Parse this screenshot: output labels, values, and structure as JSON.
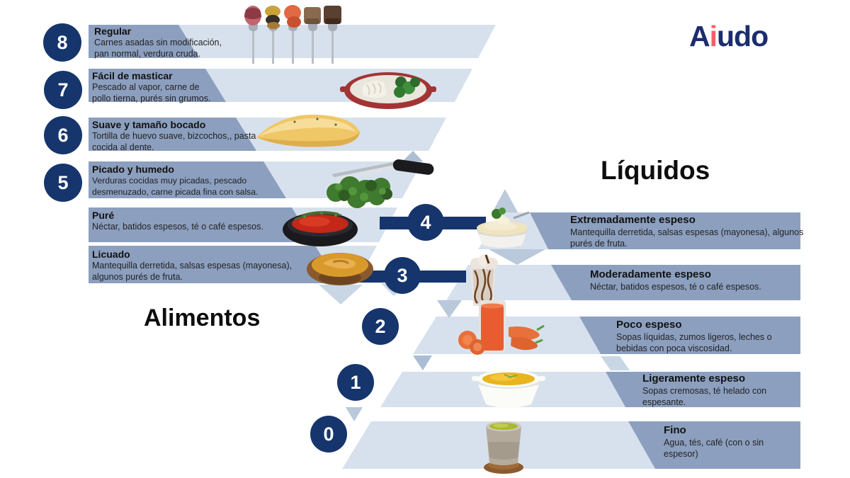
{
  "brand": {
    "prefix": "A",
    "accent": "i",
    "suffix": "udo"
  },
  "sections": {
    "foods_title": "Alimentos",
    "liquids_title": "Líquidos"
  },
  "colors": {
    "navy": "#16356c",
    "label_dark": "#8c9fbf",
    "band_light": "#d7e1ed",
    "fragment": "#b2c2d6",
    "logo_navy": "#1b2d6e",
    "logo_red": "#f4606b"
  },
  "food_levels": [
    {
      "number": "8",
      "title": "Regular",
      "description": "Carnes asadas sin modificación, pan normal, verdura cruda.",
      "image": "meat-on-forks"
    },
    {
      "number": "7",
      "title": "Fácil de masticar",
      "description": "Pescado al vapor, carne de pollo tierna, purés sin grumos.",
      "image": "steamed-fish-dish"
    },
    {
      "number": "6",
      "title": "Suave y tamaño bocado",
      "description": "Tortilla de huevo suave, bizcochos,, pasta cocida al dente.",
      "image": "soft-omelette"
    },
    {
      "number": "5",
      "title": "Picado y humedo",
      "description": "Verduras cocidas muy picadas, pescado desmenuzado, carne picada fina con salsa.",
      "image": "minced-greens-knife"
    },
    {
      "number": "",
      "title": "Puré",
      "description": "Néctar, batidos espesos, té o café espesos.",
      "image": "red-puree-bowl"
    },
    {
      "number": "",
      "title": "Licuado",
      "description": "Mantequilla derretida, salsas espesas (mayonesa), algunos purés de fruta.",
      "image": "yellow-puree-bowl"
    }
  ],
  "liquid_levels": [
    {
      "number": "4",
      "title": "Extremadamente espeso",
      "description": "Mantequilla derretida, salsas espesas (mayonesa), algunos purés de fruta.",
      "image": "mayonnaise-bowl"
    },
    {
      "number": "3",
      "title": "Moderadamente espeso",
      "description": "Néctar, batidos espesos, té o café espesos.",
      "image": "milkshake-glass"
    },
    {
      "number": "2",
      "title": "Poco espeso",
      "description": "Sopas líquidas, zumos ligeros, leches o bebidas con poca viscosidad.",
      "image": "carrot-juice-glass"
    },
    {
      "number": "1",
      "title": "Ligeramente espeso",
      "description": "Sopas cremosas, té helado con espesante.",
      "image": "cream-soup-bowl"
    },
    {
      "number": "0",
      "title": "Fino",
      "description": "Agua, tés, café (con o sin espesor)",
      "image": "tea-cup"
    }
  ]
}
